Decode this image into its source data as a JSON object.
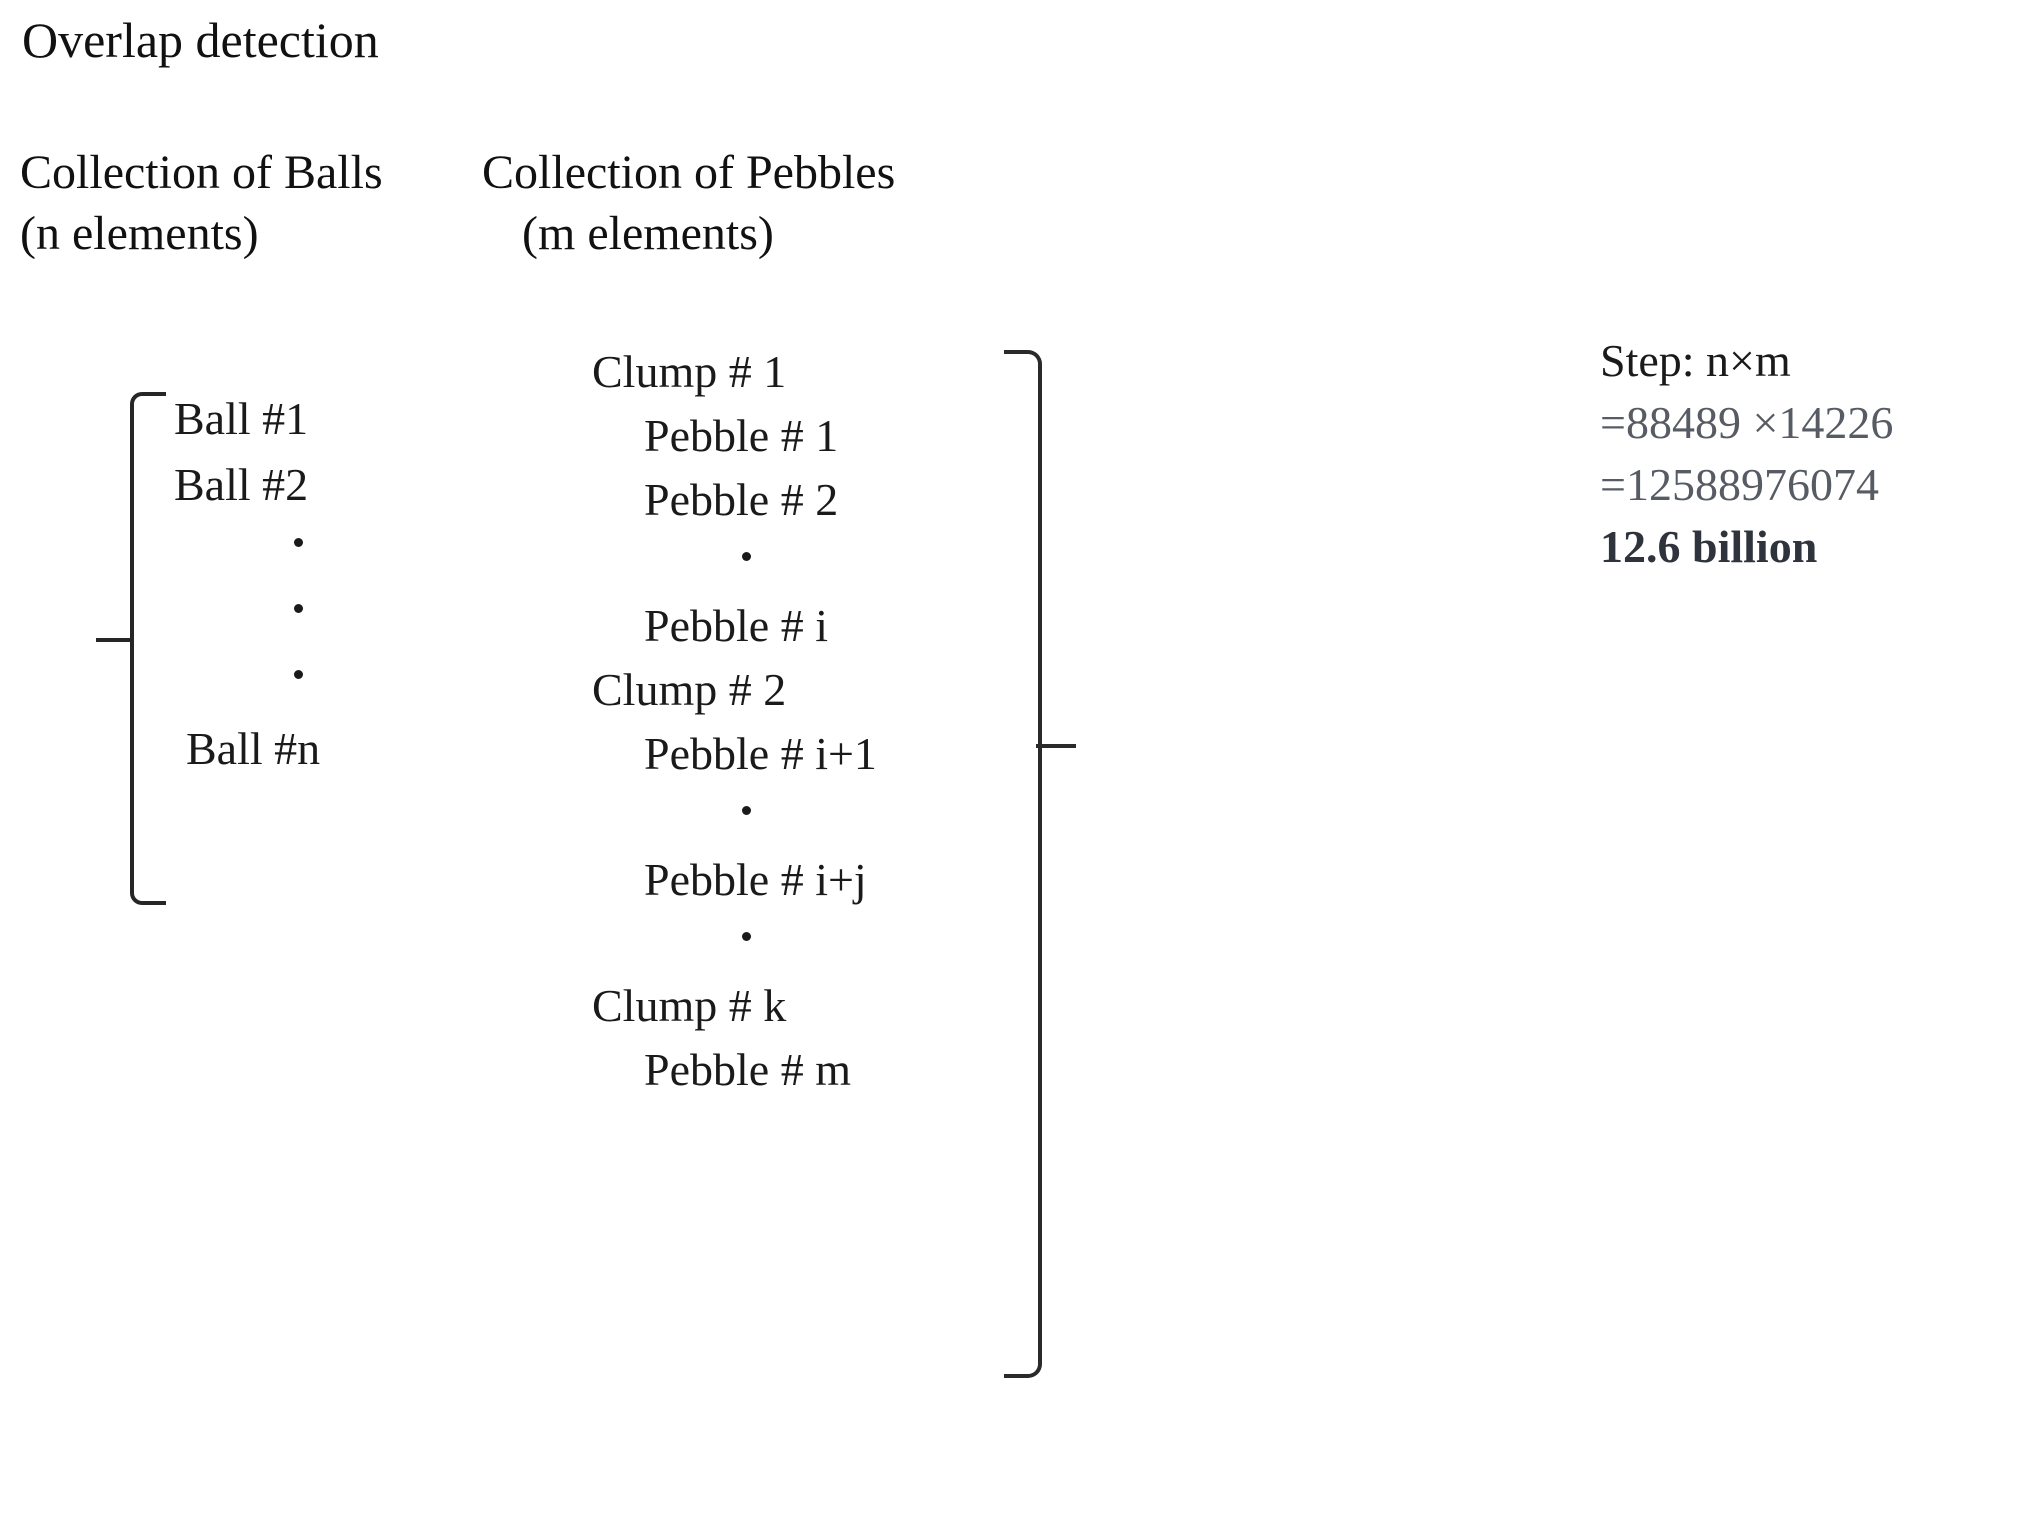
{
  "title": "Overlap detection",
  "columns": {
    "balls": {
      "header": "Collection of Balls",
      "subheader": "(n elements)",
      "items": [
        "Ball #1",
        "Ball #2",
        "Ball #n"
      ],
      "ellipsis_dot": "·"
    },
    "pebbles": {
      "header": "Collection of Pebbles",
      "subheader": "(m elements)",
      "entries": [
        {
          "type": "clump",
          "label": "Clump # 1"
        },
        {
          "type": "pebble",
          "label": "Pebble # 1"
        },
        {
          "type": "pebble",
          "label": "Pebble # 2"
        },
        {
          "type": "dots",
          "label": "·"
        },
        {
          "type": "pebble",
          "label": "Pebble # i"
        },
        {
          "type": "clump",
          "label": "Clump # 2"
        },
        {
          "type": "pebble",
          "label": "Pebble # i+1"
        },
        {
          "type": "dots",
          "label": "·"
        },
        {
          "type": "pebble",
          "label": "Pebble # i+j"
        },
        {
          "type": "dots",
          "label": "·"
        },
        {
          "type": "clump",
          "label": "Clump # k"
        },
        {
          "type": "pebble",
          "label": "Pebble # m"
        }
      ]
    }
  },
  "calculation": {
    "step_label": "Step: n×m",
    "operands": "=88489 ×14226",
    "product": "=12588976074",
    "approx": "12.6 billion"
  },
  "colors": {
    "text": "#1a1a1a",
    "bracket": "#262626",
    "gray_number": "#575c64",
    "bold_number": "#2f343c",
    "background": "#ffffff"
  }
}
